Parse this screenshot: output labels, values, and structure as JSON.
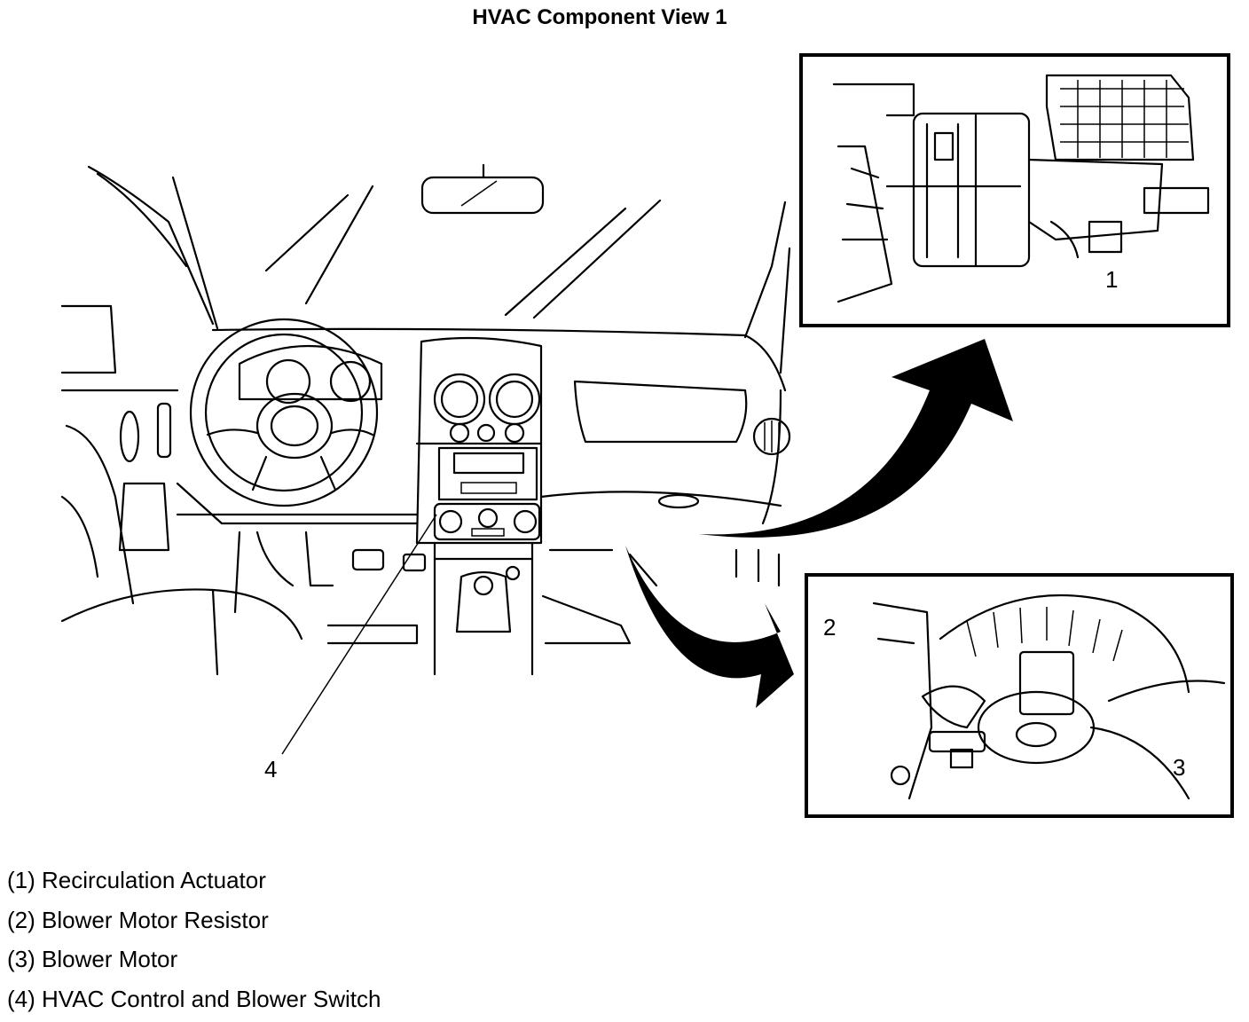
{
  "title": "HVAC Component View 1",
  "callouts": {
    "c1": "1",
    "c2": "2",
    "c3": "3",
    "c4": "4"
  },
  "legend": [
    "(1) Recirculation Actuator",
    "(2) Blower Motor Resistor",
    "(3) Blower Motor",
    "(4) HVAC Control and Blower Switch"
  ]
}
